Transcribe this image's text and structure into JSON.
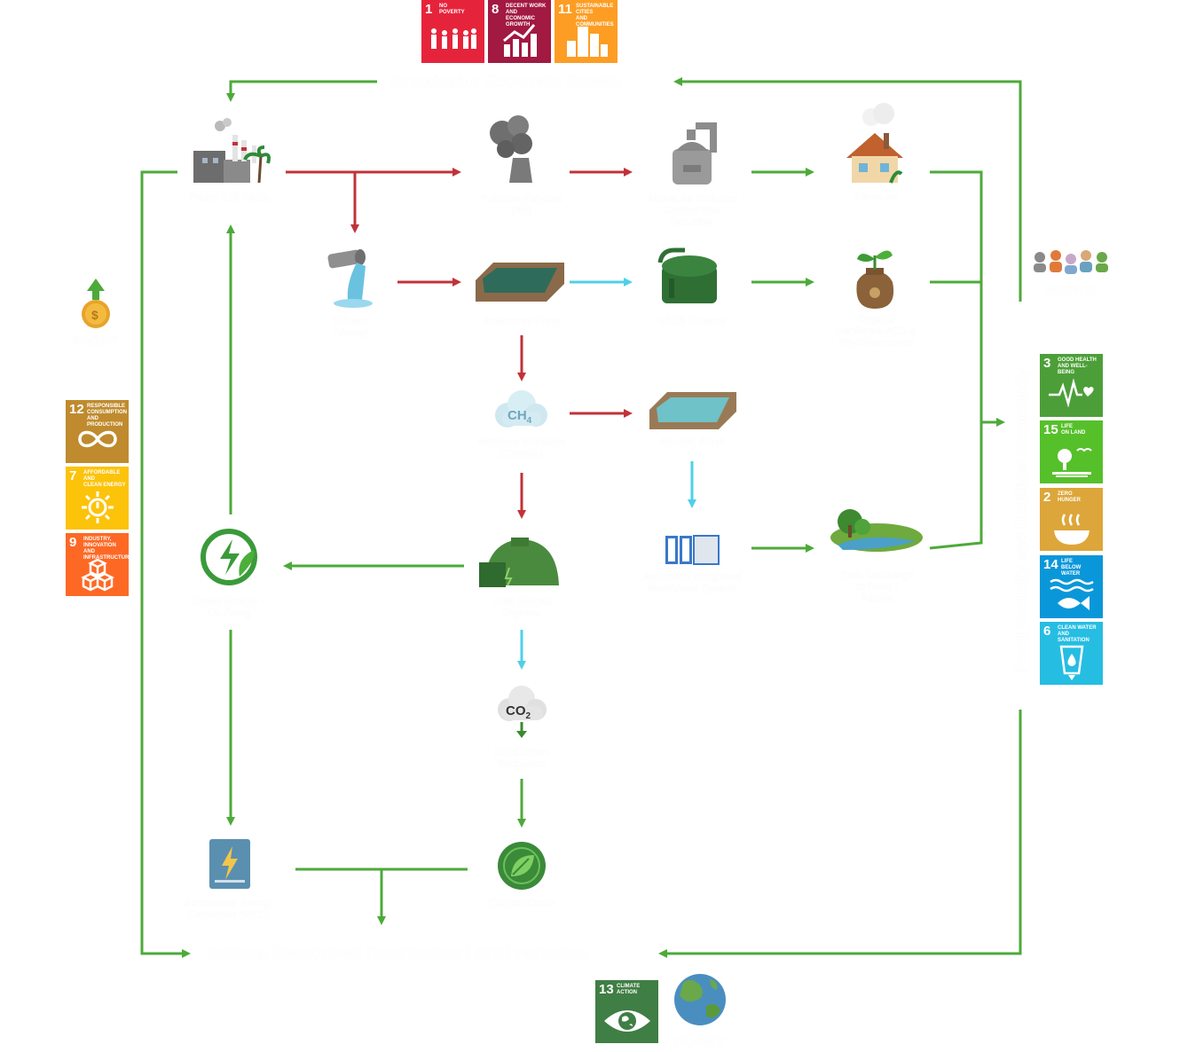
{
  "headings": {
    "top": "Sustainable Economic Growth",
    "bottom": "National Determined Contribution / GHG reduction",
    "right_vertical": "Food Security and Healthier Community"
  },
  "pillars": {
    "profit": "PROFIT",
    "people": "PEOPLE",
    "planet": "PLANET"
  },
  "nodes": {
    "palm_oil_mills": "Palm Oil Mills",
    "pollutive_exhaust": "Pollutive Exhaust\n(Air)",
    "air_pollution_control": "Airtelic Air Pollution\nControl Wet\nScrubber",
    "clean_air": "Clean Air",
    "effluent": "Effluent\n(Water)",
    "anaerobic_pond": "Anaerobic Pond",
    "uasb_reactor": "UASB Reactor",
    "organic_fertilizers": "Organic\nFertilizers ACS &\nPhytohormones",
    "methane_emission": "Methane Emission\n(Climate)",
    "aerobic_pond": "Aerobic Pond",
    "green_energy": "Green Energy +\nCo-Firing",
    "biogas_digester": "UME Biogas\nDigester",
    "membrane_system": "Aquanetix Integrated\nMembrane System",
    "safe_discharge": "Safe Discharge\nto River /\nAquifer",
    "net_carbon": "Net Carbon\nReduction",
    "rec": "Renewable Energy\nCertificate (REC)",
    "carbon_credit": "Carbon Credit"
  },
  "cloud_labels": {
    "ch4": "CH",
    "ch4_sub": "4",
    "co2": "CO",
    "co2_sub": "2"
  },
  "sdg": {
    "sdg1": {
      "num": "1",
      "title": "NO\nPOVERTY",
      "color": "#E5243B"
    },
    "sdg8": {
      "num": "8",
      "title": "DECENT WORK AND\nECONOMIC GROWTH",
      "color": "#A21942"
    },
    "sdg11": {
      "num": "11",
      "title": "SUSTAINABLE CITIES\nAND COMMUNITIES",
      "color": "#FD9D24"
    },
    "sdg12": {
      "num": "12",
      "title": "RESPONSIBLE\nCONSUMPTION\nAND PRODUCTION",
      "color": "#BF8B2E"
    },
    "sdg7": {
      "num": "7",
      "title": "AFFORDABLE AND\nCLEAN ENERGY",
      "color": "#FCC30B"
    },
    "sdg9": {
      "num": "9",
      "title": "INDUSTRY, INNOVATION\nAND INFRASTRUCTURE",
      "color": "#FD6925"
    },
    "sdg3": {
      "num": "3",
      "title": "GOOD HEALTH\nAND WELL-BEING",
      "color": "#4C9F38"
    },
    "sdg15": {
      "num": "15",
      "title": "LIFE\nON LAND",
      "color": "#56C02B"
    },
    "sdg2": {
      "num": "2",
      "title": "ZERO\nHUNGER",
      "color": "#DDA63A"
    },
    "sdg14": {
      "num": "14",
      "title": "LIFE\nBELOW WATER",
      "color": "#0A97D9"
    },
    "sdg6": {
      "num": "6",
      "title": "CLEAN WATER\nAND SANITATION",
      "color": "#26BDE2"
    },
    "sdg13": {
      "num": "13",
      "title": "CLIMATE\nACTION",
      "color": "#3F7E44"
    }
  },
  "colors": {
    "green_arrow": "#4DAA3A",
    "red_arrow": "#C0333A",
    "cyan_arrow": "#4FD0E8"
  }
}
